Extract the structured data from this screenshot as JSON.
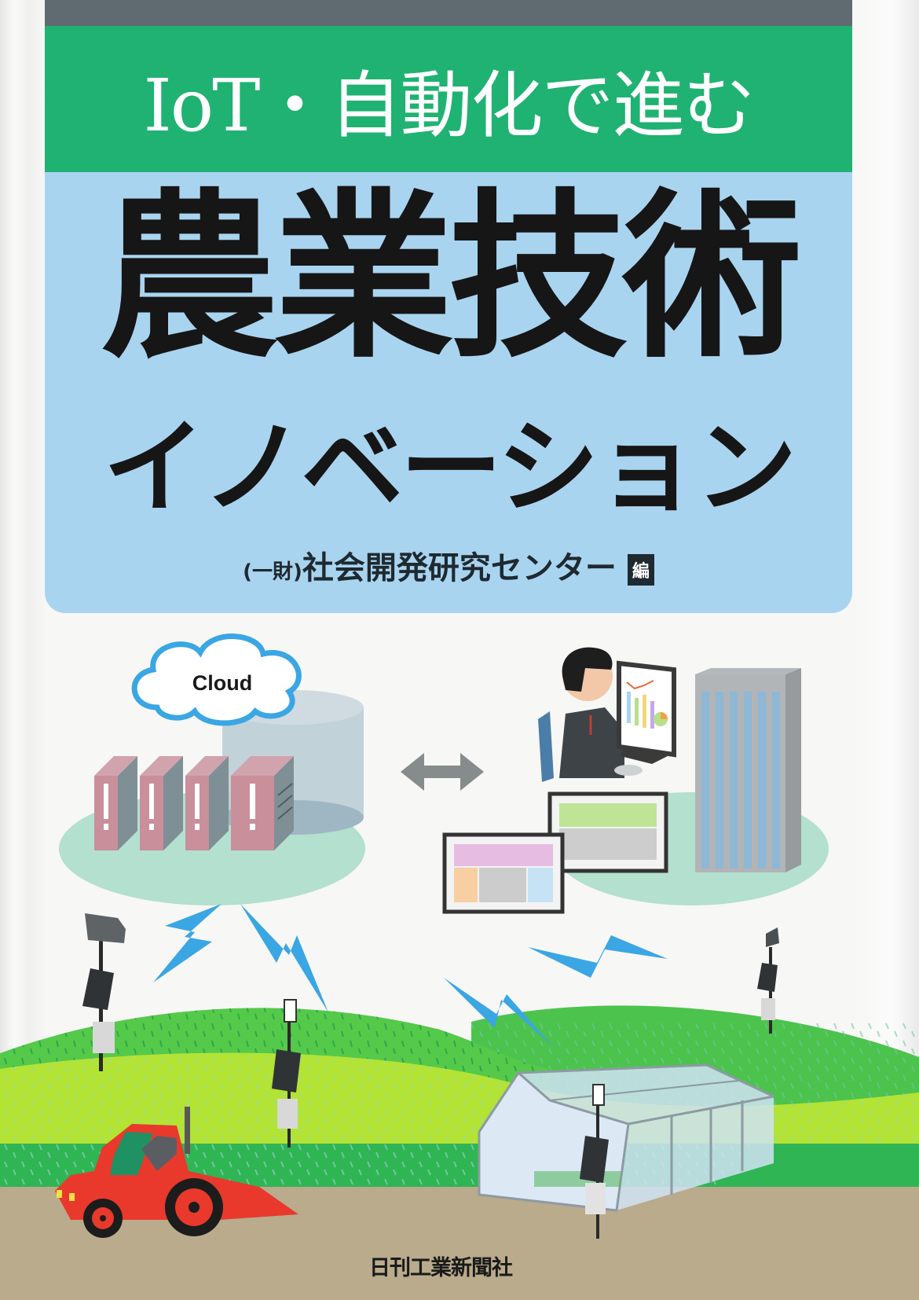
{
  "cover": {
    "subtitle": "IoT・自動化で進む",
    "title": "農業技術",
    "title_line2": "イノベーション",
    "author_prefix": "(一財)",
    "author": "社会開発研究センター",
    "author_role": "編",
    "publisher": "日刊工業新聞社"
  },
  "illustration": {
    "cloud_label": "Cloud",
    "elements": [
      "cloud-icon",
      "server-rack-icon",
      "database-cylinder-icon",
      "bidirectional-arrow-icon",
      "office-worker-icon",
      "monitor-chart-icon",
      "data-table-screen-icon",
      "office-building-icon",
      "lightning-signal-icon",
      "camera-sensor-pole-icon",
      "solar-panel-icon",
      "weather-sensor-pole-icon",
      "greenhouse-icon",
      "tractor-icon",
      "hills-field"
    ]
  },
  "colors": {
    "top_bar": "#5f6b70",
    "green_band": "#1fb272",
    "blue_panel": "#a9d4f0",
    "title_text": "#161616",
    "signal_blue": "#3aa6e4",
    "tractor_red": "#e8392c",
    "soil": "#b9ab8c"
  }
}
